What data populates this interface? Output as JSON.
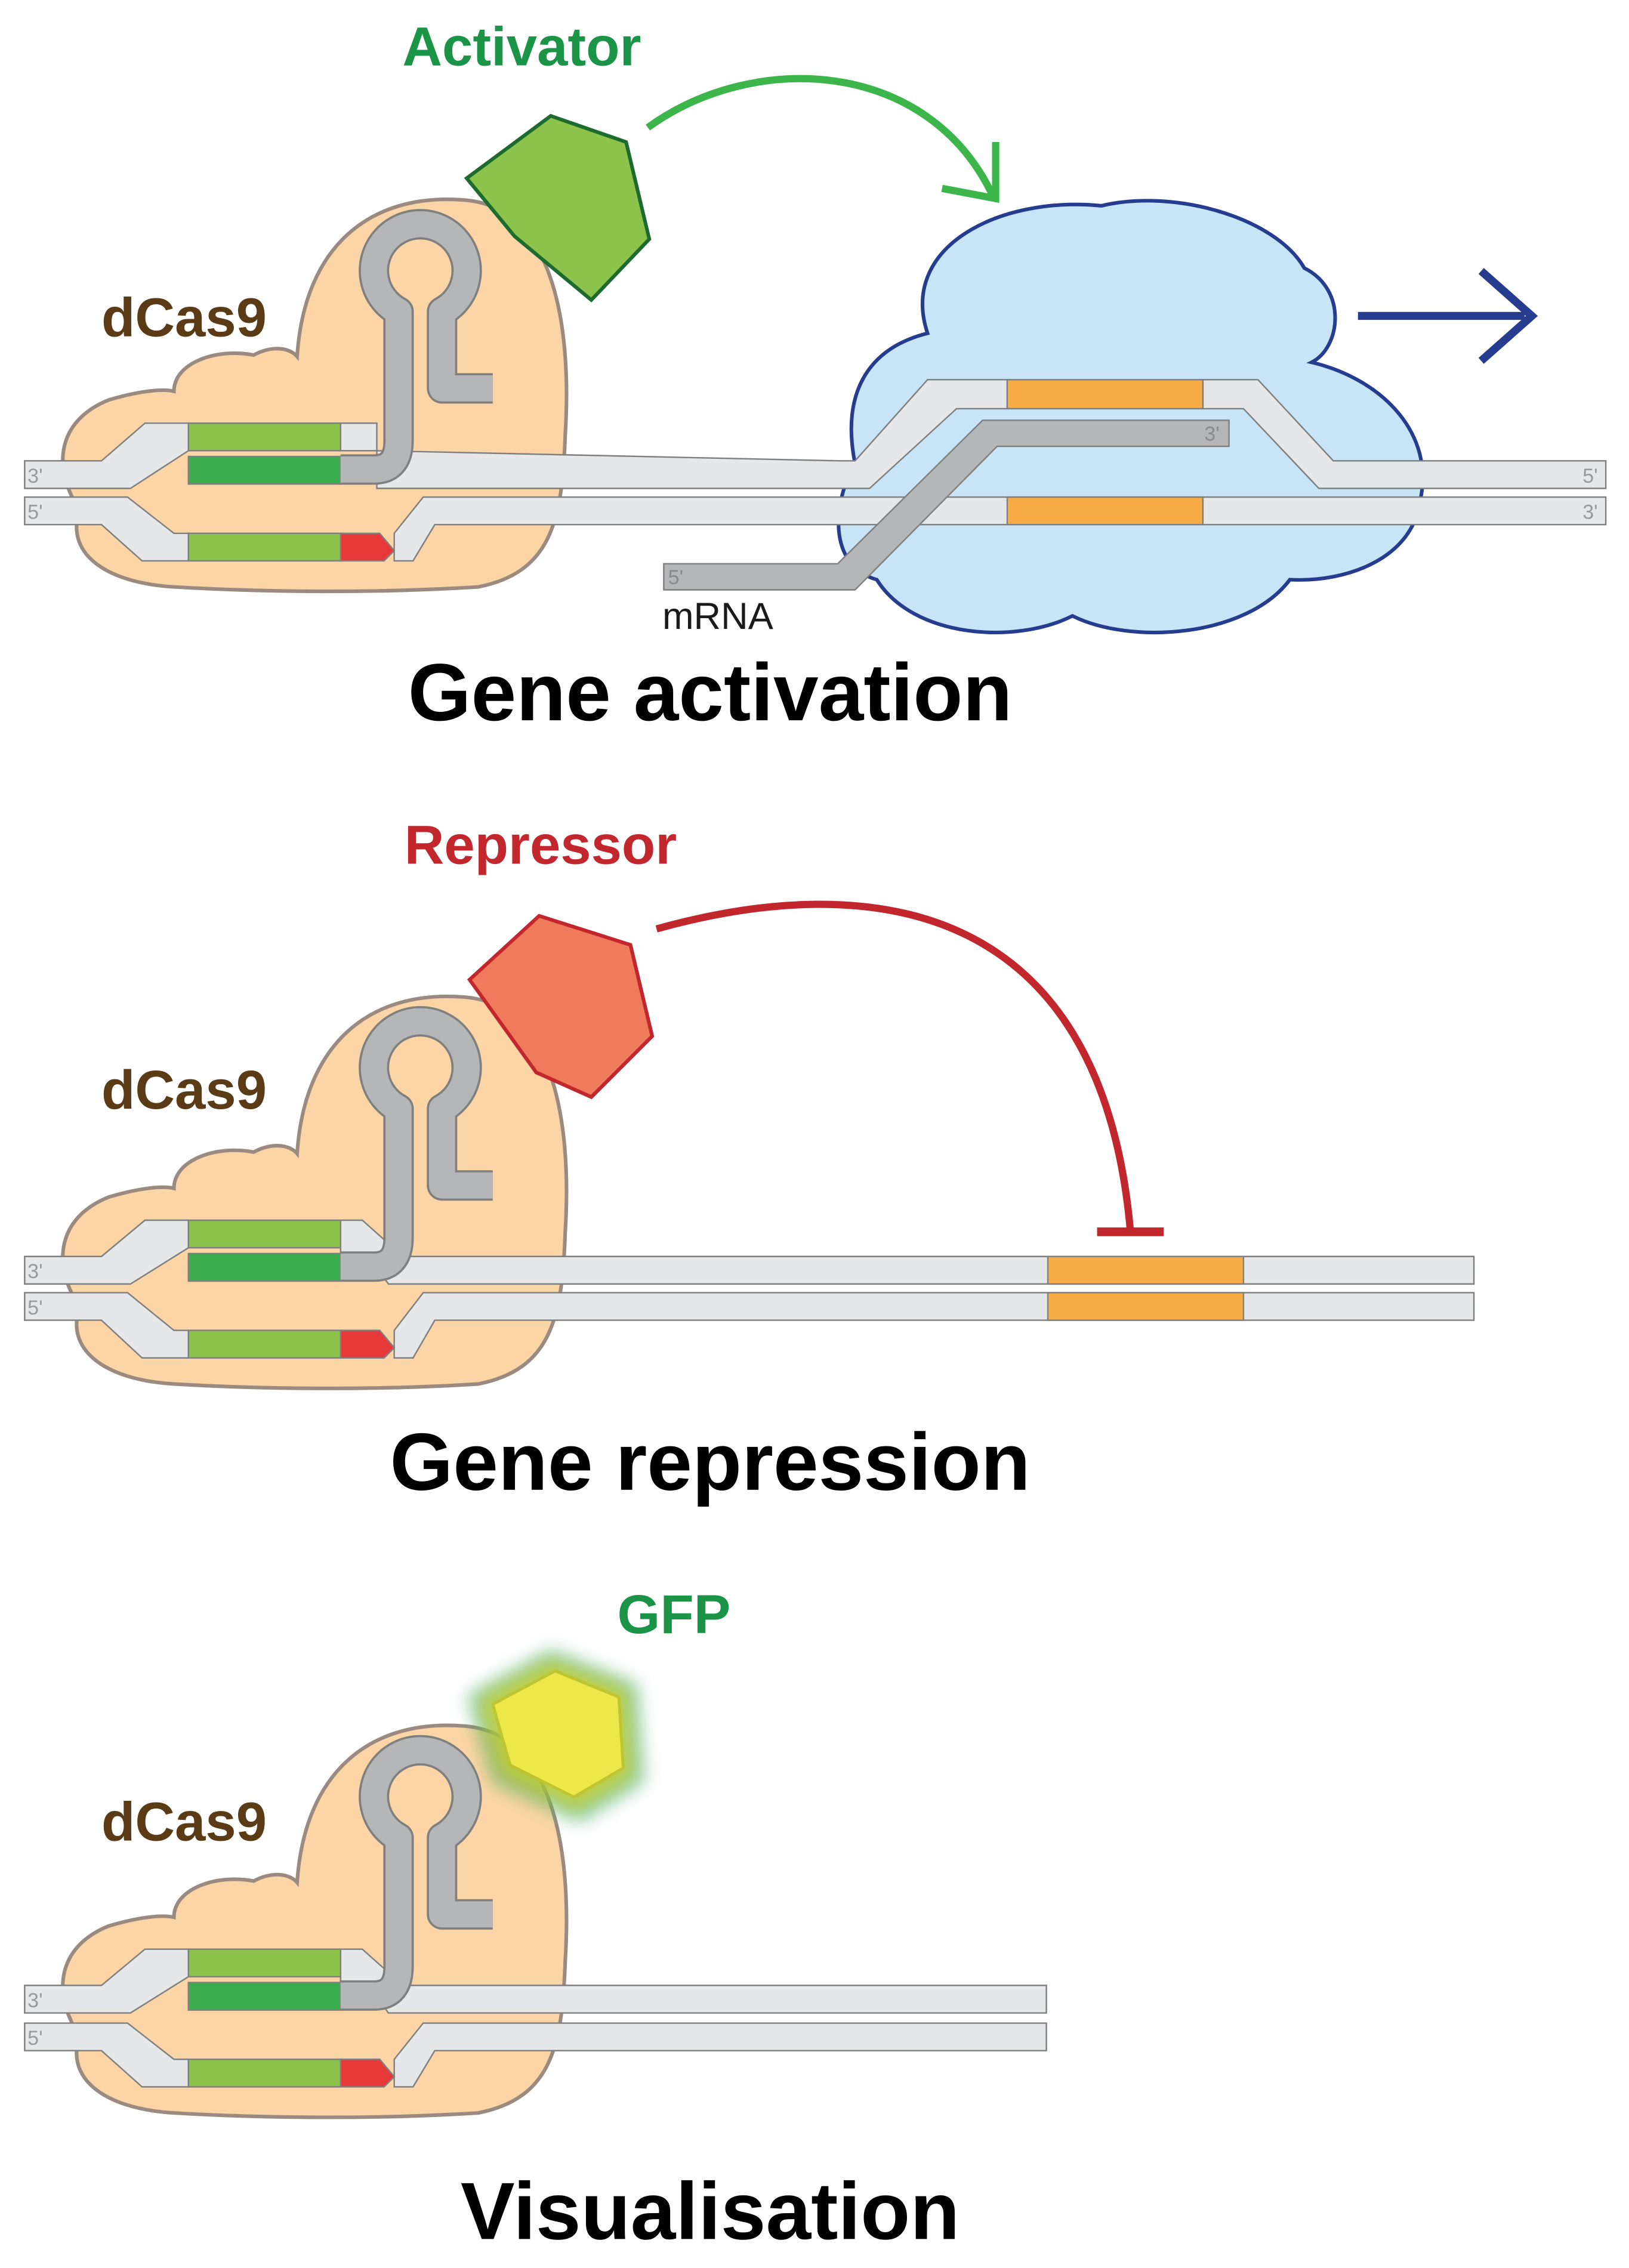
{
  "panels": [
    {
      "id": "activation",
      "protein_label": "dCas9",
      "effector_label": "Activator",
      "title": "Gene activation",
      "strand_top_left": "3'",
      "strand_top_right": "5'",
      "strand_bottom_left": "5'",
      "strand_bottom_right": "3'",
      "mrna_label": "mRNA",
      "mrna_5prime": "5'",
      "mrna_3prime": "3'"
    },
    {
      "id": "repression",
      "protein_label": "dCas9",
      "effector_label": "Repressor",
      "title": "Gene repression",
      "strand_top_left": "3'",
      "strand_bottom_left": "5'"
    },
    {
      "id": "visualisation",
      "protein_label": "dCas9",
      "effector_label": "GFP",
      "title": "Visualisation",
      "strand_top_left": "3'",
      "strand_bottom_left": "5'"
    }
  ],
  "colors": {
    "dcas9_fill": "#fbd5a5",
    "dcas9_stroke": "#9a8a80",
    "dcas9_text": "#5b3a16",
    "dna_fill": "#e6e7e8",
    "dna_stroke": "#7f7f7f",
    "grna": "#b5b6b7",
    "target_light": "#8cc34a",
    "target_dark": "#3cad4f",
    "pam": "#e8393a",
    "gene": "#f7ac45",
    "activator_fill": "#8cc34a",
    "activator_text": "#1b9447",
    "arrow_green": "#3cb54a",
    "polymerase_fill": "#c9e4f6",
    "polymerase_stroke": "#263c8e",
    "repressor_fill": "#ef7a5c",
    "repressor_stroke": "#c1272d",
    "gfp_fill": "#ede84a",
    "title_text": "#000000"
  }
}
